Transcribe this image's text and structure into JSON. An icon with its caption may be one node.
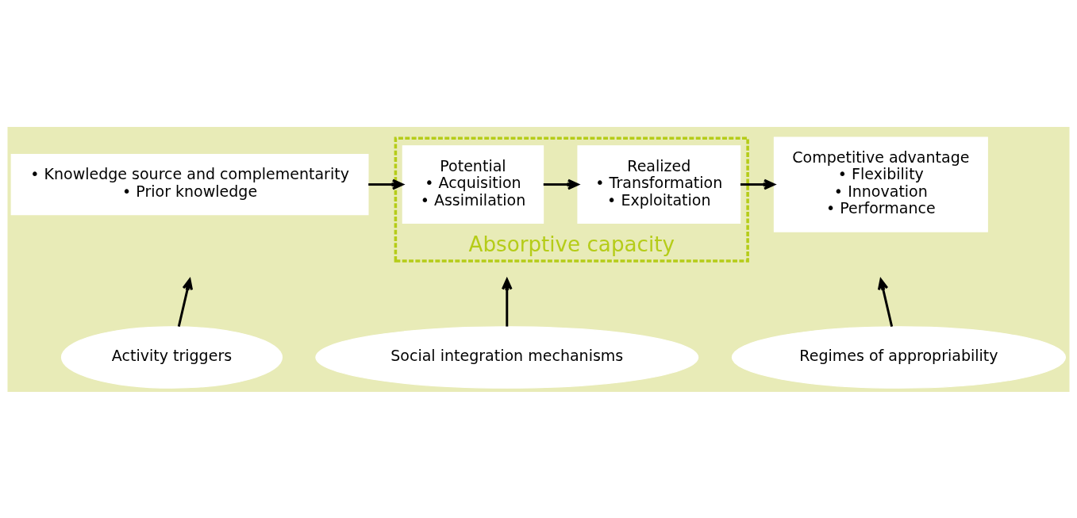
{
  "diagram": {
    "nodes": [
      {
        "text": [
          "Absorptive capacity"
        ]
      },
      {
        "text": [
          "• Knowledge source and complementarity",
          "• Prior knowledge"
        ]
      },
      {
        "text": [
          "Potential",
          "• Acquisition",
          "• Assimilation"
        ],
        "in": 0
      },
      {
        "text": [
          "Realized",
          "• Transformation",
          "• Exploitation"
        ],
        "in": 0
      },
      {
        "text": [
          "Competitive advantage",
          "• Flexibility",
          "• Innovation",
          "• Performance"
        ]
      },
      {
        "text": [
          "Activity triggers"
        ]
      },
      {
        "text": [
          "Social integration mechanisms"
        ]
      },
      {
        "text": [
          "Regimes of appropriability"
        ]
      }
    ],
    "edges": [
      {
        "from": 1,
        "to": 2,
        "arrow": "to"
      },
      {
        "from": 2,
        "to": 3,
        "arrow": "to"
      },
      {
        "from": 3,
        "to": 4,
        "arrow": "to"
      },
      {
        "from": 5,
        "to": null,
        "arrow": "to"
      },
      {
        "from": 6,
        "to": null,
        "arrow": "to"
      },
      {
        "from": 7,
        "to": null,
        "arrow": "to"
      }
    ]
  }
}
